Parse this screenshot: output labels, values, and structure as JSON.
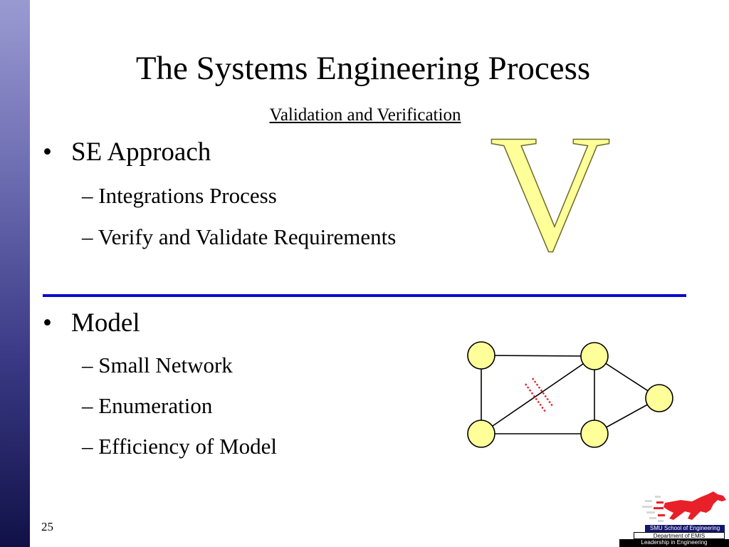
{
  "slide": {
    "title": "The Systems Engineering Process",
    "subtitle": "Validation and Verification",
    "big_letter": "V",
    "page_number": "25"
  },
  "section1": {
    "bullet_char": "•",
    "heading": "SE Approach",
    "items": [
      "– Integrations Process",
      "– Verify and Validate Requirements"
    ]
  },
  "section2": {
    "bullet_char": "•",
    "heading": "Model",
    "items": [
      "– Small Network",
      "– Enumeration",
      "– Efficiency of Model"
    ]
  },
  "logo": {
    "school": "SMU School of Engineering",
    "department": "Department of EMIS",
    "tagline": "Leadership in Engineering"
  },
  "colors": {
    "divider": "#0a0acd",
    "node_fill": "#ffff99",
    "cut_mark": "#e8202a",
    "v_fill": "#ffff99"
  }
}
